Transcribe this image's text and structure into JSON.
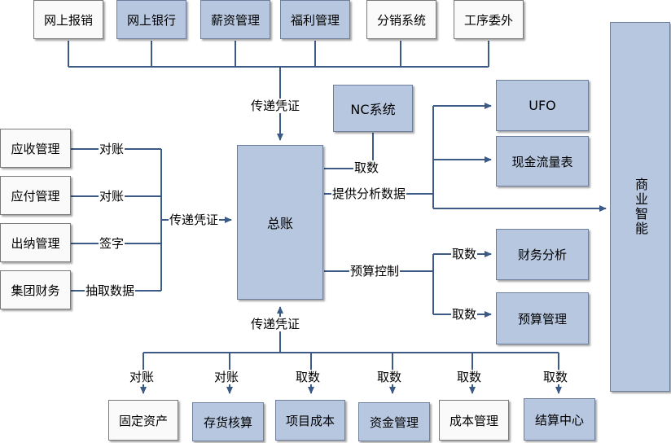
{
  "top_modules": [
    "网上报销",
    "网上银行",
    "薪资管理",
    "福利管理",
    "分销系统",
    "工序委外"
  ],
  "left_modules": [
    "应收管理",
    "应付管理",
    "出纳管理",
    "集团财务"
  ],
  "left_edge_labels": [
    "对账",
    "对账",
    "签字",
    "抽取数据"
  ],
  "bottom_modules": [
    "固定资产",
    "存货核算",
    "项目成本",
    "资金管理",
    "成本管理",
    "结算中心"
  ],
  "bottom_edge_labels": [
    "对账",
    "对账",
    "取数",
    "取数",
    "取数",
    "取数"
  ],
  "center": "总账",
  "nc_system": "NC系统",
  "right_top_modules": [
    "UFO",
    "现金流量表"
  ],
  "right_bottom_modules": [
    "财务分析",
    "预算管理"
  ],
  "business_intelligence": "商业智能",
  "labels": {
    "top_transfer": "传递凭证",
    "left_transfer": "传递凭证",
    "bottom_transfer": "传递凭证",
    "nc_fetch": "取数",
    "provide_analysis": "提供分析数据",
    "budget_control": "预算控制",
    "fetch_analysis": "取数",
    "fetch_budget": "取数"
  },
  "colors": {
    "blue_box": "#b8c7e0",
    "white_box": "#fafafa",
    "line": "#3b5a86"
  }
}
